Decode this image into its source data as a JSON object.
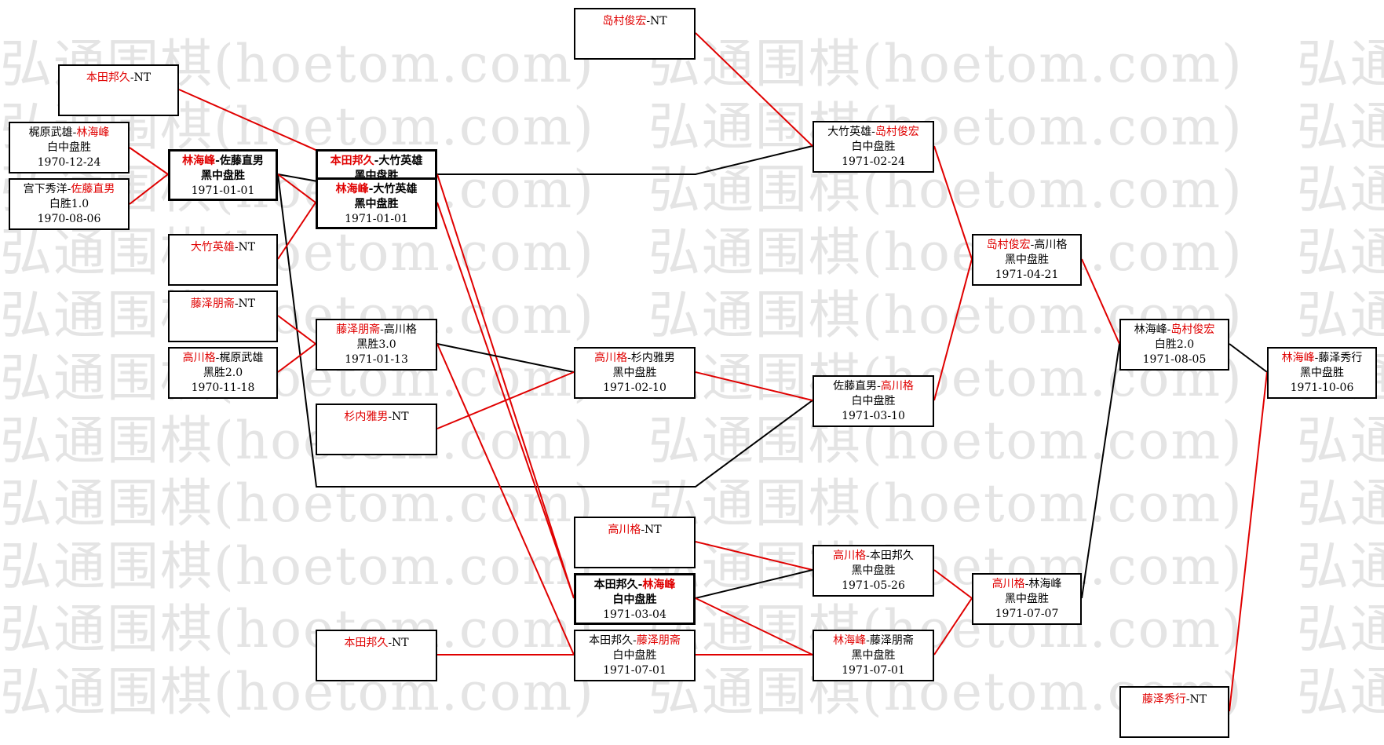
{
  "watermark": "弘通围棋(hoetom.com)",
  "colors": {
    "winner": "#e00000",
    "loser": "#000000",
    "line_red": "#e00000",
    "line_black": "#000000"
  },
  "nodes": [
    {
      "id": "n1",
      "p1": "本田邦久",
      "p2": "",
      "nt": "-NT",
      "win": 1,
      "res": "",
      "date": ""
    },
    {
      "id": "n2",
      "p1": "梶原武雄",
      "p2": "林海峰",
      "win": 2,
      "res": "白中盘胜",
      "date": "1970-12-24"
    },
    {
      "id": "n3",
      "p1": "宫下秀洋",
      "p2": "佐藤直男",
      "win": 2,
      "res": "白胜1.0",
      "date": "1970-08-06"
    },
    {
      "id": "n4",
      "p1": "林海峰",
      "p2": "佐藤直男",
      "win": 1,
      "res": "黑中盘胜",
      "date": "1971-01-01"
    },
    {
      "id": "n5",
      "p1": "大竹英雄",
      "p2": "",
      "nt": "-NT",
      "win": 1,
      "res": "",
      "date": ""
    },
    {
      "id": "n6",
      "p1": "藤泽朋斋",
      "p2": "",
      "nt": "-NT",
      "win": 1,
      "res": "",
      "date": ""
    },
    {
      "id": "n7",
      "p1": "高川格",
      "p2": "梶原武雄",
      "win": 1,
      "res": "黑胜2.0",
      "date": "1970-11-18"
    },
    {
      "id": "n8",
      "p1": "本田邦久",
      "p2": "大竹英雄",
      "win": 1,
      "res": "黑中盘胜",
      "date": ""
    },
    {
      "id": "n9",
      "p1": "林海峰",
      "p2": "大竹英雄",
      "win": 1,
      "res": "黑中盘胜",
      "date": "1971-01-01"
    },
    {
      "id": "n10",
      "p1": "藤泽朋斋",
      "p2": "高川格",
      "win": 1,
      "res": "黑胜3.0",
      "date": "1971-01-13"
    },
    {
      "id": "n11",
      "p1": "杉内雅男",
      "p2": "",
      "nt": "-NT",
      "win": 1,
      "res": "",
      "date": ""
    },
    {
      "id": "n12",
      "p1": "本田邦久",
      "p2": "",
      "nt": "-NT",
      "win": 1,
      "res": "",
      "date": ""
    },
    {
      "id": "n13",
      "p1": "岛村俊宏",
      "p2": "",
      "nt": "-NT",
      "win": 1,
      "res": "",
      "date": ""
    },
    {
      "id": "n14",
      "p1": "高川格",
      "p2": "杉内雅男",
      "win": 1,
      "res": "黑中盘胜",
      "date": "1971-02-10"
    },
    {
      "id": "n15",
      "p1": "高川格",
      "p2": "",
      "nt": "-NT",
      "win": 1,
      "res": "",
      "date": ""
    },
    {
      "id": "n16",
      "p1": "本田邦久",
      "p2": "林海峰",
      "win": 2,
      "res": "白中盘胜",
      "date": "1971-03-04"
    },
    {
      "id": "n17",
      "p1": "本田邦久",
      "p2": "藤泽朋斋",
      "win": 2,
      "res": "白中盘胜",
      "date": "1971-07-01"
    },
    {
      "id": "n18",
      "p1": "大竹英雄",
      "p2": "岛村俊宏",
      "win": 2,
      "res": "白中盘胜",
      "date": "1971-02-24"
    },
    {
      "id": "n19",
      "p1": "佐藤直男",
      "p2": "高川格",
      "win": 2,
      "res": "白中盘胜",
      "date": "1971-03-10"
    },
    {
      "id": "n20",
      "p1": "高川格",
      "p2": "本田邦久",
      "win": 1,
      "res": "黑中盘胜",
      "date": "1971-05-26"
    },
    {
      "id": "n21",
      "p1": "林海峰",
      "p2": "藤泽朋斋",
      "win": 1,
      "res": "黑中盘胜",
      "date": "1971-07-01"
    },
    {
      "id": "n22",
      "p1": "岛村俊宏",
      "p2": "高川格",
      "win": 1,
      "res": "黑中盘胜",
      "date": "1971-04-21"
    },
    {
      "id": "n23",
      "p1": "高川格",
      "p2": "林海峰",
      "win": 1,
      "res": "黑中盘胜",
      "date": "1971-07-07"
    },
    {
      "id": "n24",
      "p1": "林海峰",
      "p2": "岛村俊宏",
      "win": 2,
      "res": "白胜2.0",
      "date": "1971-08-05"
    },
    {
      "id": "n25",
      "p1": "藤泽秀行",
      "p2": "",
      "nt": "-NT",
      "win": 1,
      "res": "",
      "date": ""
    },
    {
      "id": "n26",
      "p1": "林海峰",
      "p2": "藤泽秀行",
      "win": 1,
      "res": "黑中盘胜",
      "date": "1971-10-06"
    }
  ]
}
